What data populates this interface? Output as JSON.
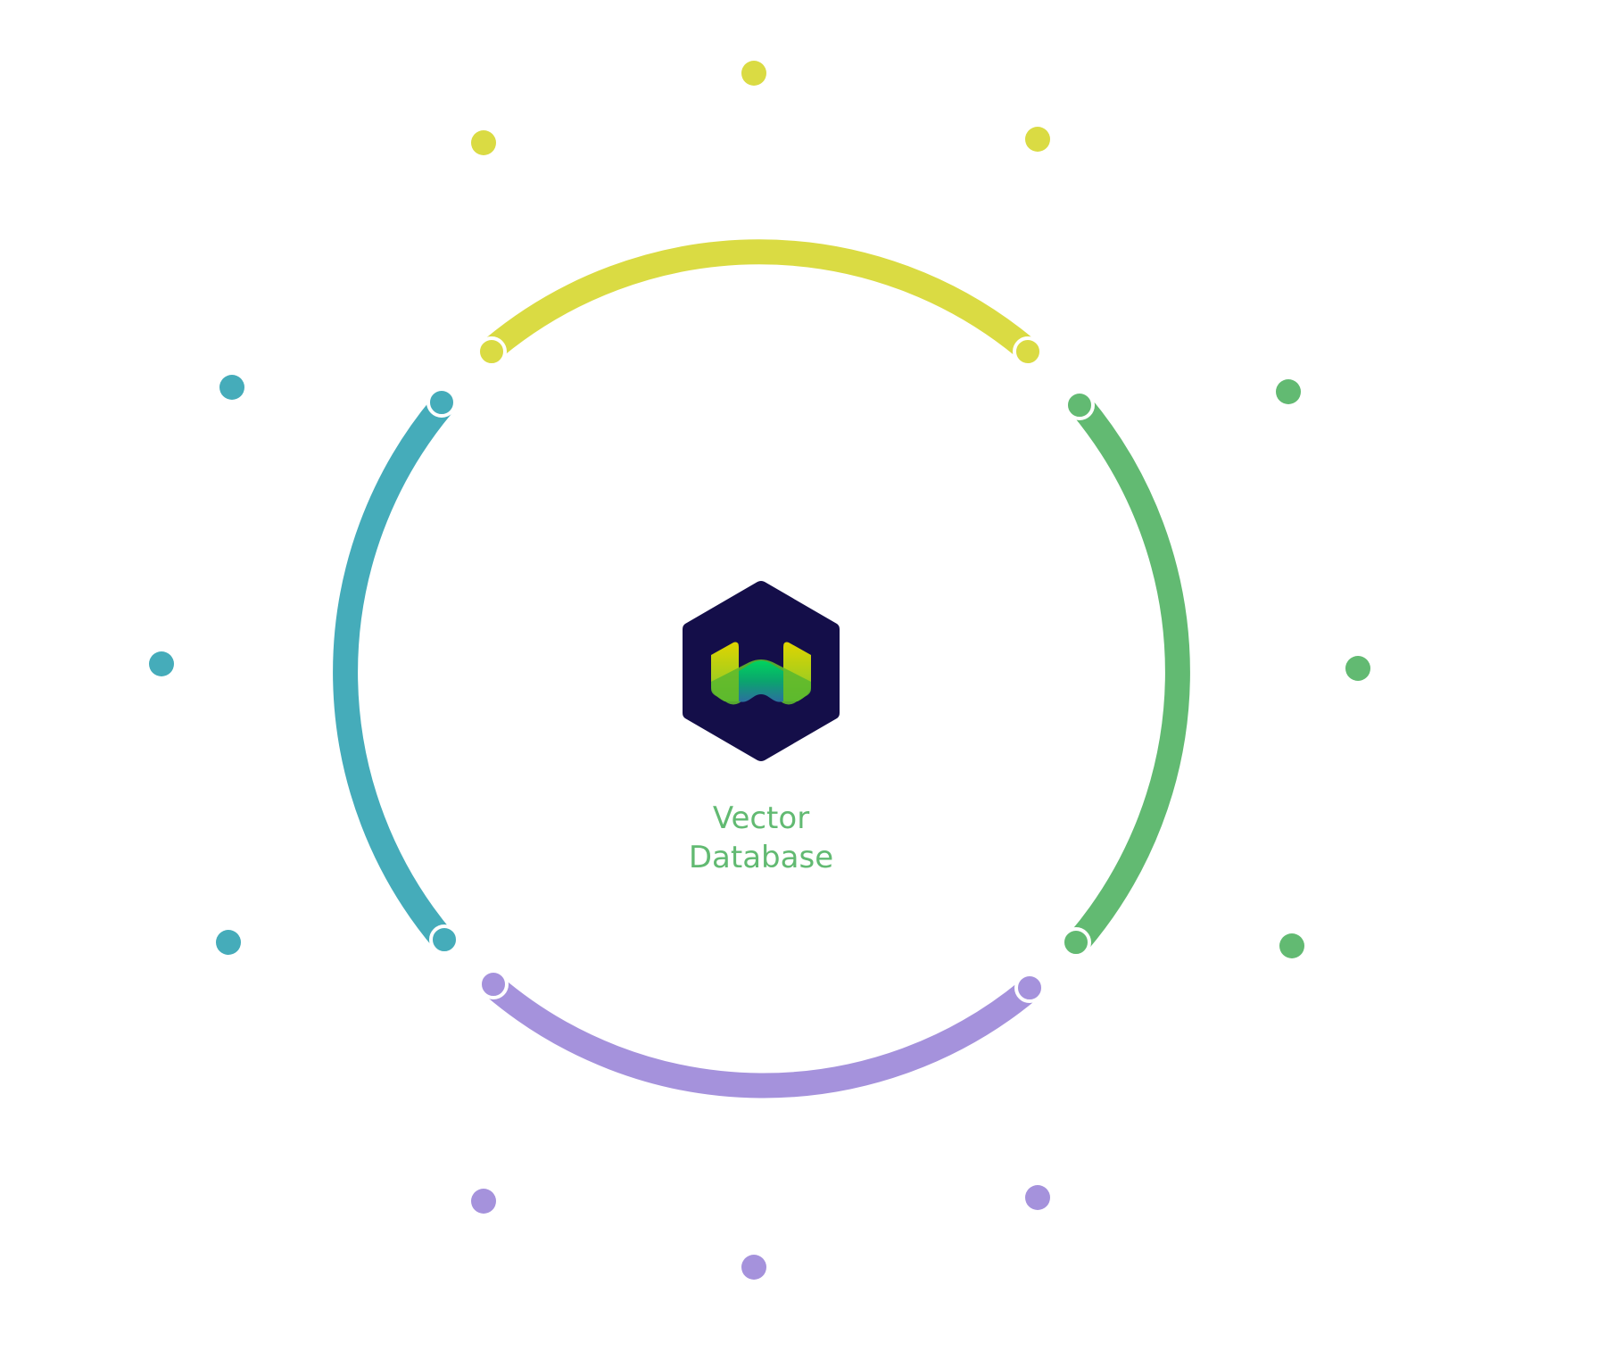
{
  "center": {
    "label_line1": "Vector",
    "label_line2": "Database",
    "label_color": "#62BA72",
    "logo_background": "#140E49",
    "logo_icon": "weaviate-logo-icon"
  },
  "segments": [
    {
      "name": "top",
      "color": "#DADB43"
    },
    {
      "name": "right",
      "color": "#62BA72"
    },
    {
      "name": "bottom",
      "color": "#A592DC"
    },
    {
      "name": "left",
      "color": "#45ACBA"
    }
  ]
}
